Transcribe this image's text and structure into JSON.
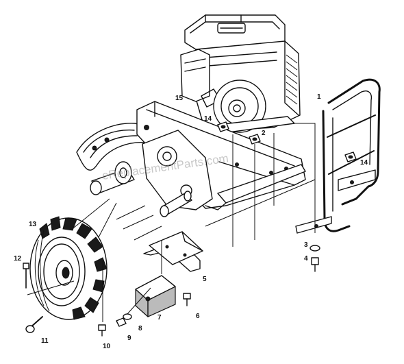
{
  "diagram": {
    "callouts": [
      "1",
      "2",
      "3",
      "4",
      "5",
      "6",
      "7",
      "8",
      "9",
      "10",
      "11",
      "12",
      "13",
      "14",
      "14",
      "15"
    ],
    "watermark": "eReplacementParts.com",
    "colors": {
      "ink": "#111111",
      "paper": "#ffffff",
      "watermark": "#9a9a9a"
    }
  }
}
